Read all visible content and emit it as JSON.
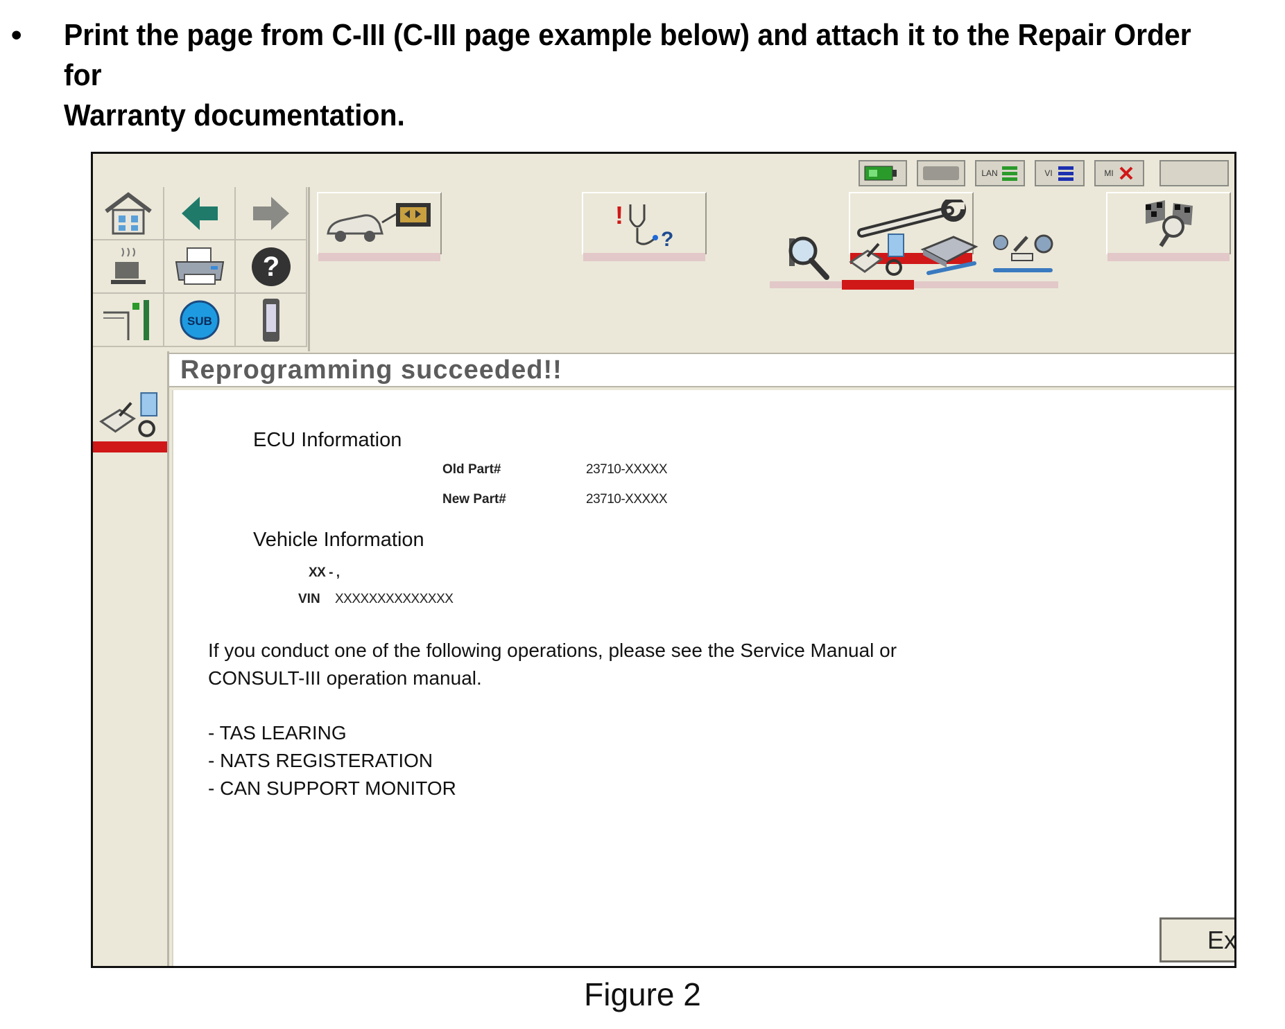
{
  "instruction": {
    "bullet": "•",
    "line1": "Print the page from C-III (C-III page example below) and attach it to the Repair Order for",
    "line2": "Warranty documentation."
  },
  "status_bar": {
    "lan_label": "LAN",
    "vi_label": "VI",
    "mi_label": "MI"
  },
  "screen": {
    "title": "Reprogramming succeeded!!",
    "ecu_info": {
      "heading": "ECU Information",
      "old_label": "Old Part#",
      "old_value": "23710-XXXXX",
      "new_label": "New Part#",
      "new_value": "23710-XXXXX"
    },
    "vehicle_info": {
      "heading": "Vehicle Information",
      "model": "XX - ,",
      "vin_label": "VIN",
      "vin_value": "XXXXXXXXXXXXXX"
    },
    "notice_line1": "If you conduct one of  the following operations, please see the Service Manual or",
    "notice_line2": "CONSULT-III operation manual.",
    "operations": [
      "- TAS LEARING",
      "- NATS REGISTERATION",
      "- CAN SUPPORT MONITOR"
    ],
    "exit_label": "Exit",
    "sub_label": "SUB"
  },
  "caption": "Figure 2",
  "colors": {
    "active_bar": "#d01818",
    "inactive_bar": "#e2c8c8",
    "panel_bg": "#ebe8d9"
  }
}
